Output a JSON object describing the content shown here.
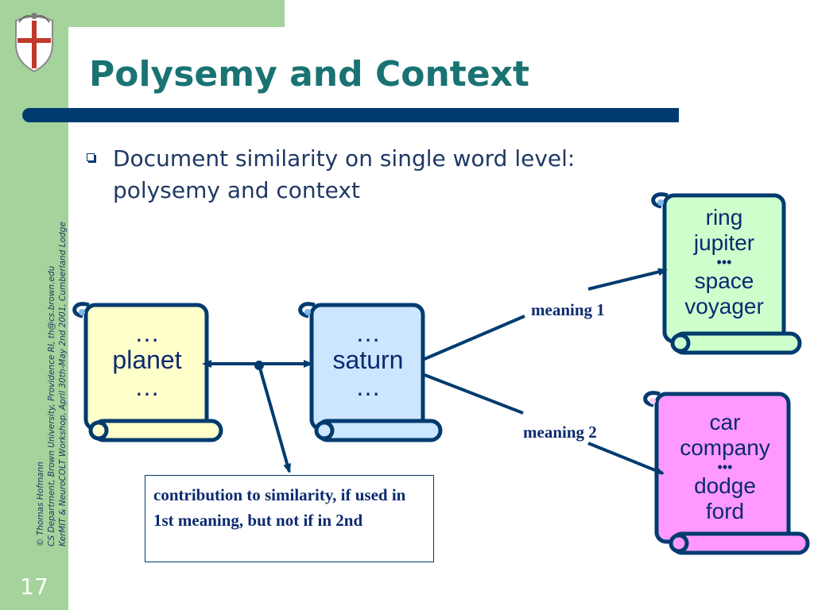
{
  "slide": {
    "title": "Polysemy and Context",
    "page_number": "17",
    "bullet": "Document similarity on single word level: polysemy and context"
  },
  "sidebar": {
    "lines": [
      "© Thomas Hofmann",
      "CS Department, Brown University, Providence RI, th@cs.brown.edu",
      "KerMIT & NeuroCOLT Workshop, April 30th-May 2nd 2001, Cumberland Lodge"
    ],
    "logo_icon": "university-crest-icon"
  },
  "documents": {
    "planet": {
      "top": "…",
      "word": "planet",
      "bottom": "…",
      "fill": "#ffffcc"
    },
    "saturn": {
      "top": "…",
      "word": "saturn",
      "bottom": "…",
      "fill": "#cce6ff"
    },
    "space": {
      "line1": "ring",
      "line2": "jupiter",
      "dots": "•••",
      "line3": "space",
      "line4": "voyager",
      "fill": "#ccffcc"
    },
    "car": {
      "line1": "car",
      "line2": "company",
      "dots": "•••",
      "line3": "dodge",
      "line4": "ford",
      "fill": "#ff99ff"
    }
  },
  "labels": {
    "meaning1": "meaning 1",
    "meaning2": "meaning 2",
    "callout": "contribution to similarity, if used in 1st meaning, but not if in 2nd"
  },
  "colors": {
    "green_band": "#a4d39b",
    "navy": "#003b6f",
    "title_teal": "#1a7373"
  }
}
